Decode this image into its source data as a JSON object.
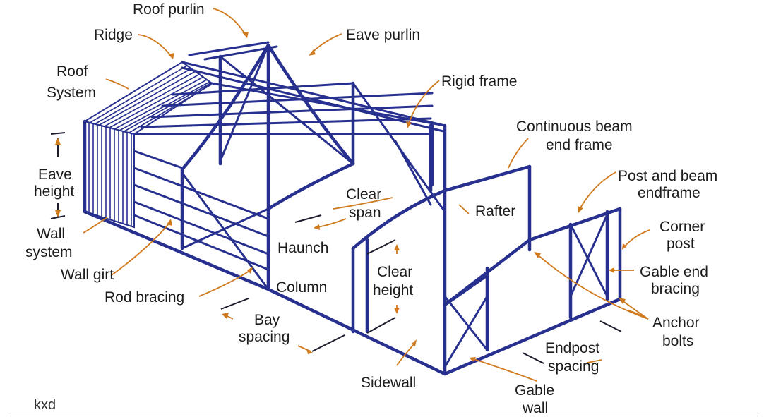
{
  "colors": {
    "steel": "#27308f",
    "leader": "#d07a1e",
    "text": "#1c1c1c"
  },
  "labels": {
    "roof_purlin": "Roof purlin",
    "ridge": "Ridge",
    "eave_purlin": "Eave purlin",
    "roof_system": [
      "Roof",
      "System"
    ],
    "rigid_frame": "Rigid frame",
    "continuous_beam_end_frame": [
      "Continuous beam",
      "end frame"
    ],
    "eave_height": [
      "Eave",
      "height"
    ],
    "post_and_beam_endframe": [
      "Post and beam",
      "endframe"
    ],
    "clear_span": [
      "Clear",
      "span"
    ],
    "rafter": "Rafter",
    "corner_post": [
      "Corner",
      "post"
    ],
    "wall_system": [
      "Wall",
      "system"
    ],
    "haunch": "Haunch",
    "gable_end_bracing": [
      "Gable end",
      "bracing"
    ],
    "wall_girt": "Wall girt",
    "clear_height": [
      "Clear",
      "height"
    ],
    "rod_bracing": "Rod bracing",
    "column": "Column",
    "anchor_bolts": [
      "Anchor",
      "bolts"
    ],
    "bay_spacing": [
      "Bay",
      "spacing"
    ],
    "endpost_spacing": [
      "Endpost",
      "spacing"
    ],
    "sidewall": "Sidewall",
    "gable_wall": [
      "Gable",
      "wall"
    ]
  },
  "watermark": "kxd"
}
